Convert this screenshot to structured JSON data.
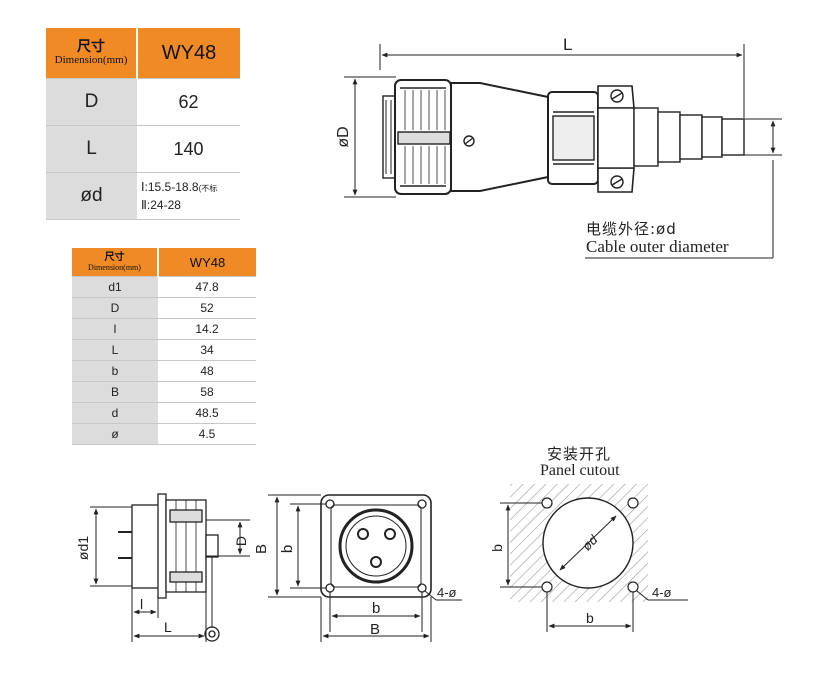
{
  "table_main": {
    "header_cn": "尺寸",
    "header_en": "Dimension(mm)",
    "model": "WY48",
    "rows": [
      {
        "key": "D",
        "value": "62"
      },
      {
        "key": "L",
        "value": "140"
      },
      {
        "key": "ød",
        "value_line1": "Ⅰ:15.5-18.8",
        "value_note": "(不标",
        "value_line2": "Ⅱ:24-28"
      }
    ]
  },
  "table_panel": {
    "header_cn": "尺寸",
    "header_en": "Dimension(mm)",
    "model": "WY48",
    "rows": [
      {
        "key": "d1",
        "value": "47.8"
      },
      {
        "key": "D",
        "value": "52"
      },
      {
        "key": "l",
        "value": "14.2"
      },
      {
        "key": "L",
        "value": "34"
      },
      {
        "key": "b",
        "value": "48"
      },
      {
        "key": "B",
        "value": "58"
      },
      {
        "key": "d",
        "value": "48.5"
      },
      {
        "key": "ø",
        "value": "4.5"
      }
    ]
  },
  "plug_drawing": {
    "dim_L": "L",
    "dim_D": "øD",
    "cable_cn": "电缆外径:ød",
    "cable_en": "Cable outer diameter"
  },
  "socket_side": {
    "dim_d1": "ød1",
    "dim_D": "D",
    "dim_l": "l",
    "dim_L": "L"
  },
  "socket_front": {
    "dim_B_v": "B",
    "dim_b_v": "b",
    "dim_b_h": "b",
    "dim_B_h": "B",
    "holes": "4-ø"
  },
  "panel_cutout": {
    "title_cn": "安装开孔",
    "title_en": "Panel cutout",
    "dim_d": "ød",
    "dim_b_v": "b",
    "dim_b_h": "b",
    "holes": "4-ø"
  },
  "colors": {
    "header": "#f08a24",
    "key_cell": "#dcdcdc",
    "line": "#222222",
    "hatch": "#9a9a9a"
  }
}
